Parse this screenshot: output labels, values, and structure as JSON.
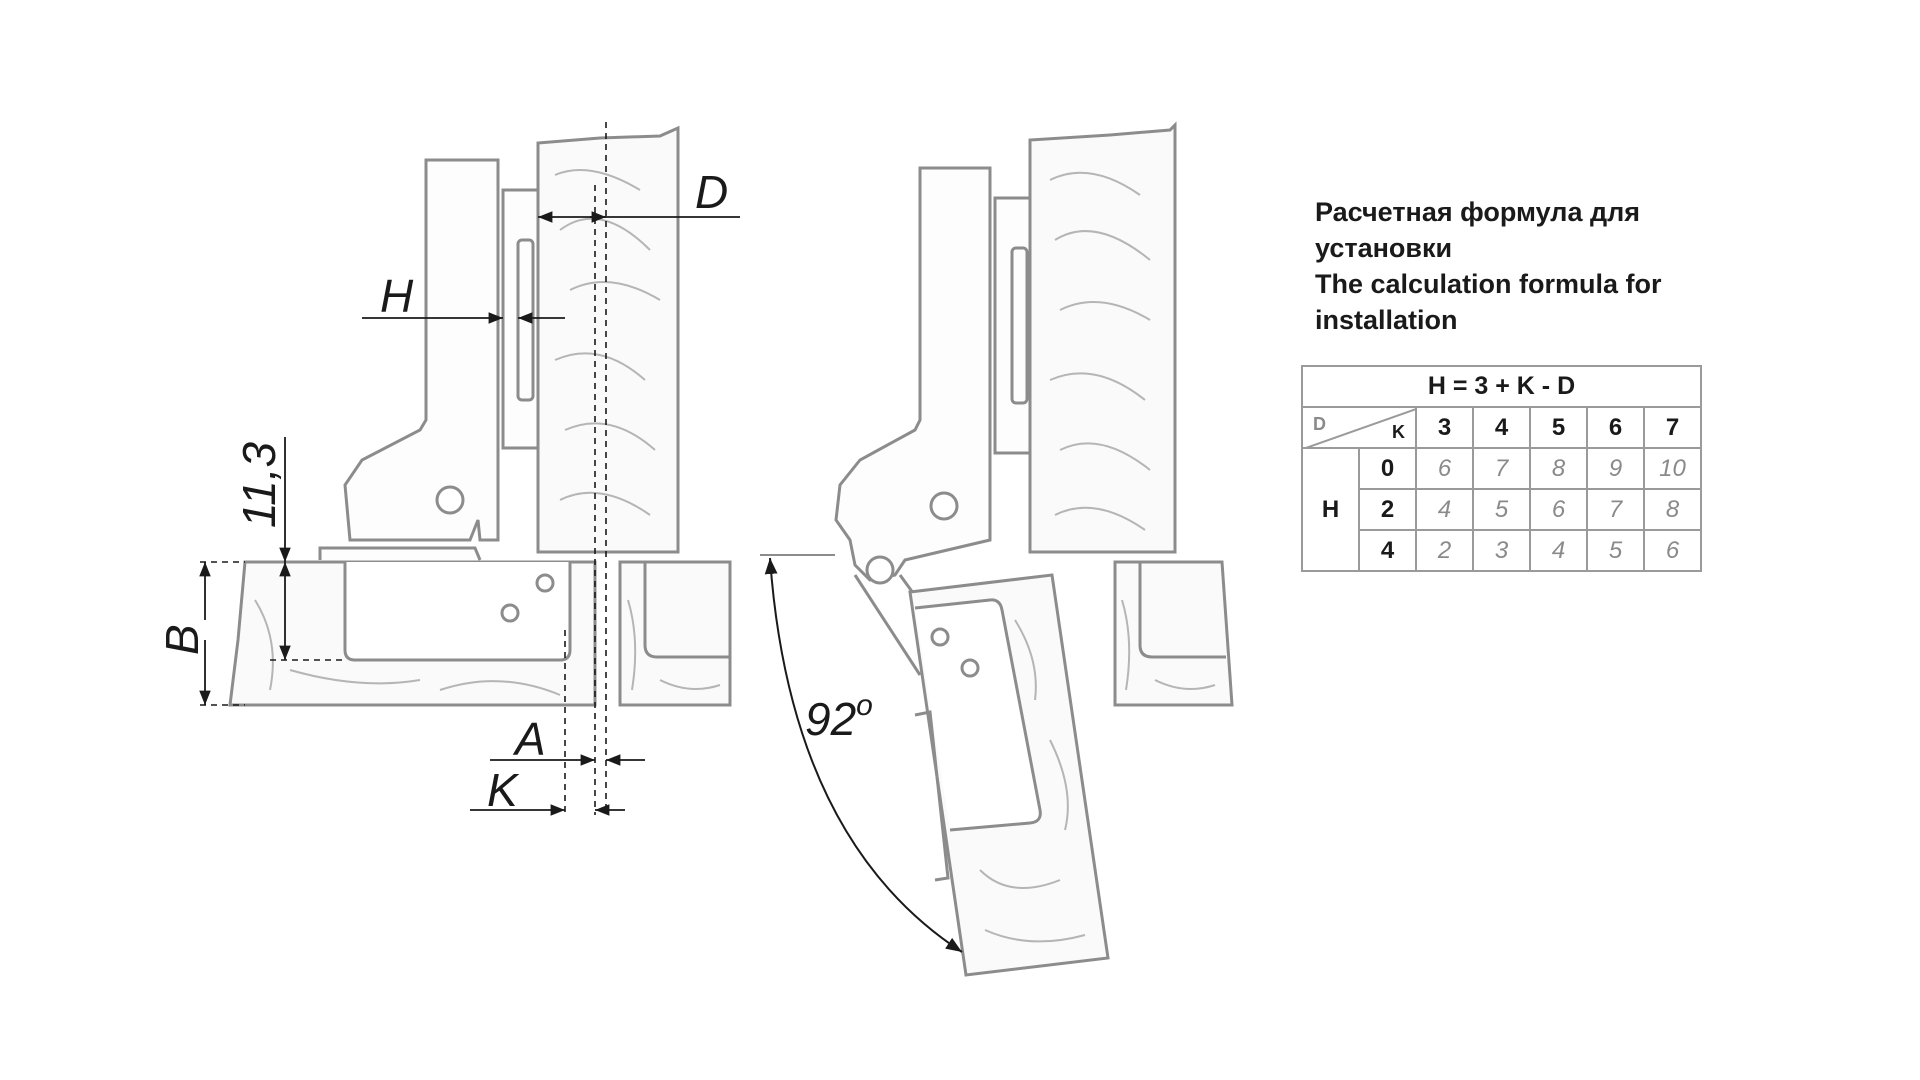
{
  "diagram": {
    "labels": {
      "D": "D",
      "H": "H",
      "dim_11_3": "11,3",
      "B": "B",
      "A": "A",
      "K": "K",
      "angle": "92",
      "angle_unit": "o"
    }
  },
  "info": {
    "title_ru_line1": "Расчетная формула для",
    "title_ru_line2": "установки",
    "title_en_line1": "The calculation formula for",
    "title_en_line2": "installation"
  },
  "table": {
    "formula": "H = 3 + K - D",
    "corner_d": "D",
    "corner_k": "K",
    "row_group_label": "H",
    "d_values": [
      "3",
      "4",
      "5",
      "6",
      "7"
    ],
    "rows": [
      {
        "k": "0",
        "values": [
          "6",
          "7",
          "8",
          "9",
          "10"
        ]
      },
      {
        "k": "2",
        "values": [
          "4",
          "5",
          "6",
          "7",
          "8"
        ]
      },
      {
        "k": "4",
        "values": [
          "2",
          "3",
          "4",
          "5",
          "6"
        ]
      }
    ]
  },
  "colors": {
    "line": "#8c8c8c",
    "hatch": "#b5b5b5",
    "dim": "#1a1a1a",
    "value_text": "#8a8a8a"
  }
}
